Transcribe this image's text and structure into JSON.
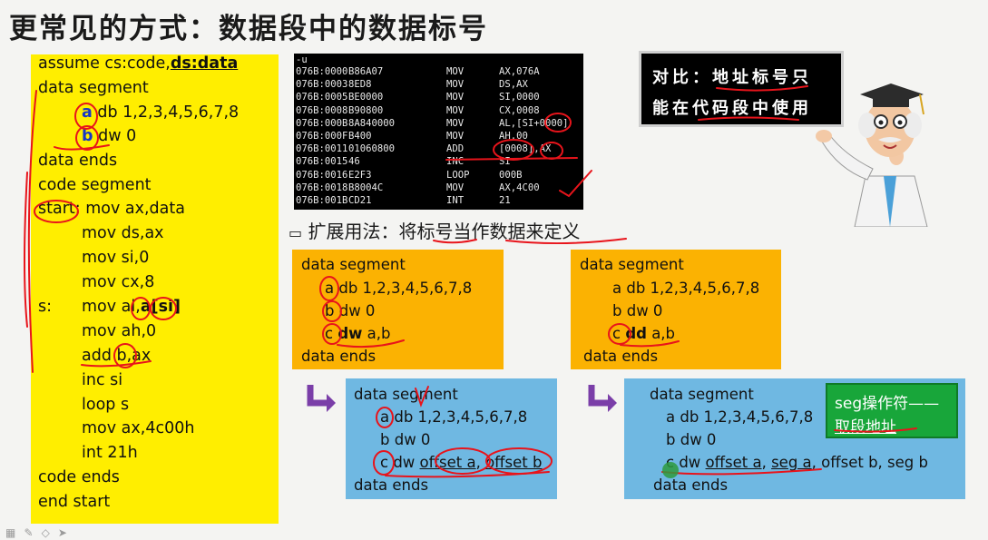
{
  "title": "更常见的方式：数据段中的数据标号",
  "code_panel": {
    "lines": [
      {
        "pre": "assume cs:code,",
        "bold": "ds:data"
      },
      {
        "text": "data segment"
      },
      {
        "label": "a",
        "rest": " db 1,2,3,4,5,6,7,8"
      },
      {
        "label": "b",
        "rest": " dw 0"
      },
      {
        "text": "data ends"
      },
      {
        "text": "code segment"
      },
      {
        "text": "start:  mov ax,data"
      },
      {
        "text": "mov ds,ax"
      },
      {
        "text": "mov si,0"
      },
      {
        "text": "mov cx,8"
      },
      {
        "label": "s:",
        "text": "mov al,",
        "bold": "a[si]"
      },
      {
        "text": "mov ah,0"
      },
      {
        "text": "add b,ax"
      },
      {
        "text": "inc si"
      },
      {
        "text": "loop s"
      },
      {
        "text": "mov ax,4c00h"
      },
      {
        "text": "int 21h"
      },
      {
        "text": "code ends"
      },
      {
        "text": "end start"
      }
    ]
  },
  "terminal": {
    "prompt": "-u",
    "rows": [
      [
        "076B:0000",
        "B86A07",
        "MOV",
        "AX,076A"
      ],
      [
        "076B:0003",
        "8ED8",
        "MOV",
        "DS,AX"
      ],
      [
        "076B:0005",
        "BE0000",
        "MOV",
        "SI,0000"
      ],
      [
        "076B:0008",
        "B90800",
        "MOV",
        "CX,0008"
      ],
      [
        "076B:000B",
        "8A840000",
        "MOV",
        "AL,[SI+0000]"
      ],
      [
        "076B:000F",
        "B400",
        "MOV",
        "AH,00"
      ],
      [
        "076B:0011",
        "01060800",
        "ADD",
        "[0008],AX"
      ],
      [
        "076B:0015",
        "46",
        "INC",
        "SI"
      ],
      [
        "076B:0016",
        "E2F3",
        "LOOP",
        "000B"
      ],
      [
        "076B:0018",
        "B8004C",
        "MOV",
        "AX,4C00"
      ],
      [
        "076B:001B",
        "CD21",
        "INT",
        "21"
      ]
    ]
  },
  "callout": {
    "line1": "对比：地址标号只",
    "line2": "能在代码段中使用"
  },
  "heading": "扩展用法：将标号当作数据来定义",
  "box1": {
    "l1": "data segment",
    "l2": "a db 1,2,3,4,5,6,7,8",
    "l3": "b dw 0",
    "l4a": "c ",
    "l4b": "dw",
    "l4c": " a,b",
    "l5": "data ends"
  },
  "box2": {
    "l1": "data segment",
    "l2": "a db 1,2,3,4,5,6,7,8",
    "l3": "b dw 0",
    "l4a": "c ",
    "l4b": "dd",
    "l4c": " a,b",
    "l5": "data ends"
  },
  "box3": {
    "l1": "data segment",
    "l2": "a db 1,2,3,4,5,6,7,8",
    "l3": "b dw 0",
    "l4a": "c dw ",
    "l4b": "offset a",
    "l4c": ", ",
    "l4d": "offset b",
    "l5": "data ends"
  },
  "box4": {
    "l1": "data segment",
    "l2": "a db 1,2,3,4,5,6,7,8",
    "l3": "b dw 0",
    "l4a": "c dw ",
    "l4b": "offset a",
    "l4c": ", ",
    "l4d": "seg a",
    "l4e": ", offset b, seg b",
    "l5": "data ends"
  },
  "green_note": {
    "line1": "seg操作符——",
    "line2": "取段地址"
  },
  "colors": {
    "yellow_panel": "#ffee00",
    "orange_box": "#fbb202",
    "blue_box": "#6fb8e2",
    "green_note": "#18a63a",
    "ink_red": "#e8141b",
    "arrow_purple": "#7a3ea8"
  },
  "icons": [
    "teacher-mascot-image",
    "bend-arrow-icon",
    "bend-arrow-icon",
    "slide-nav-icons"
  ]
}
